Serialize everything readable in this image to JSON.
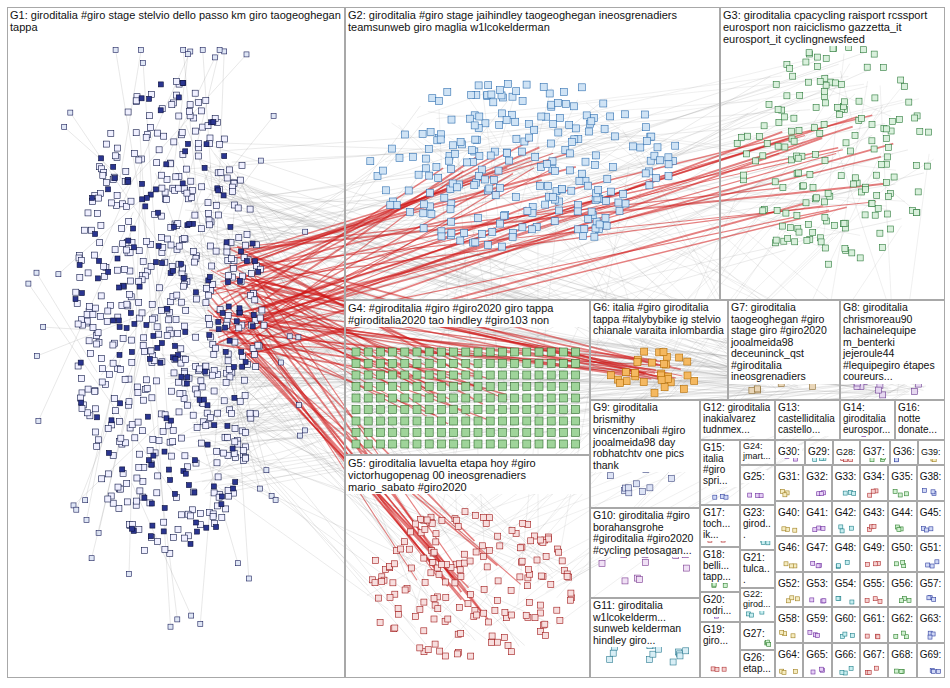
{
  "diagram": {
    "nodes": [
      {
        "text": [
          "G1: giroditalia #giro stage stelvio dello passo km giro taogeoghegan tappa"
        ]
      },
      {
        "text": [
          "G2: giroditalia #giro stage jaihindley taogeoghegan ineosgrenadiers teamsunweb giro maglia w1lcokelderman"
        ]
      },
      {
        "text": [
          "G3: giroditalia cpacycling raisport rcssport eurosport non raiciclismo gazzetta_it eurosport_it cyclingnewsfeed"
        ]
      },
      {
        "text": [
          "G4: #giroditalia #giro #giro2020 giro tappa #giroditalia2020 tao hindley #giro103 non"
        ]
      },
      {
        "text": [
          "G6: italia #giro giroditalia tappa #italybybike ig stelvio chianale varaita inlombardia"
        ]
      },
      {
        "text": [
          "G7: giroditalia taogeoghegan #giro stage giro #giro2020 jooalmeida98 deceuninck_qst #giroditalia ineosgrenadiers"
        ]
      },
      {
        "text": [
          "G8: giroditalia chrismoreau90 lachainelequipe m_benterki jejeroule44 #lequipegiro étapes coureurs..."
        ]
      },
      {
        "text": [
          "G9: giroditalia brismithy vincenzonibali #giro jooalmeida98 day robhatchtv one pics thank"
        ]
      },
      {
        "text": [
          "G12: giroditalia inakialvarez tudnmex..."
        ]
      },
      {
        "text": [
          "G13: castelliditalia castello..."
        ]
      },
      {
        "text": [
          "G14: giroditalia eurospor..."
        ]
      },
      {
        "text": [
          "G16: notte donate..."
        ]
      },
      {
        "text": [
          "G5: giroditalia lavuelta etapa hoy #giro victorhugopenag 00 ineosgrenadiers mario_sabato #giro2020"
        ]
      },
      {
        "text": [
          "G10: giroditalia #giro borahansgrohe #giroditalia #giro2020 #cycling petosagan..."
        ]
      },
      {
        "text": [
          "G15: italia #giro spri..."
        ]
      },
      {
        "text": [
          "G24: jmart..."
        ]
      },
      {
        "text": [
          "G30:"
        ]
      },
      {
        "text": [
          "G29:"
        ]
      },
      {
        "text": [
          "G28:"
        ]
      },
      {
        "text": [
          "G37:"
        ]
      },
      {
        "text": [
          "G36:"
        ]
      },
      {
        "text": [
          "G39:"
        ]
      },
      {
        "text": [
          "G25:"
        ]
      },
      {
        "text": [
          "G23: girod..."
        ]
      },
      {
        "text": [
          "G17: toch... ik..."
        ]
      },
      {
        "text": [
          "G18: belli... tapp..."
        ]
      },
      {
        "text": [
          "G21: tulca..."
        ]
      },
      {
        "text": [
          "G11: giroditalia w1lcokelderm... sunweb kelderman hindley giro..."
        ]
      },
      {
        "text": [
          "G20: rodri..."
        ]
      },
      {
        "text": [
          "G22: girod..."
        ]
      },
      {
        "text": [
          "G19: giro..."
        ]
      },
      {
        "text": [
          "G27:"
        ]
      },
      {
        "text": [
          "G26: etap..."
        ]
      },
      {
        "text": [
          "G31:"
        ]
      },
      {
        "text": [
          "G32:"
        ]
      },
      {
        "text": [
          "G33:"
        ]
      },
      {
        "text": [
          "G34:"
        ]
      },
      {
        "text": [
          "G35:"
        ]
      },
      {
        "text": [
          "G38:"
        ]
      },
      {
        "text": [
          "G40:"
        ]
      },
      {
        "text": [
          "G41:"
        ]
      },
      {
        "text": [
          "G42:"
        ]
      },
      {
        "text": [
          "G43:"
        ]
      },
      {
        "text": [
          "G44:"
        ]
      },
      {
        "text": [
          "G45:"
        ]
      },
      {
        "text": [
          "G46:"
        ]
      },
      {
        "text": [
          "G47:"
        ]
      },
      {
        "text": [
          "G48:"
        ]
      },
      {
        "text": [
          "G49:"
        ]
      },
      {
        "text": [
          "G50:"
        ]
      },
      {
        "text": [
          "G51:"
        ]
      },
      {
        "text": [
          "G52:"
        ]
      },
      {
        "text": [
          "G53:"
        ]
      },
      {
        "text": [
          "G54:"
        ]
      },
      {
        "text": [
          "G55:"
        ]
      },
      {
        "text": [
          "G56:"
        ]
      },
      {
        "text": [
          "G57:"
        ]
      },
      {
        "text": [
          "G58:"
        ]
      },
      {
        "text": [
          "G59:"
        ]
      },
      {
        "text": [
          "G60:"
        ]
      },
      {
        "text": [
          "G61:"
        ]
      },
      {
        "text": [
          "G62:"
        ]
      },
      {
        "text": [
          "G63:"
        ]
      },
      {
        "text": [
          "G64:"
        ]
      },
      {
        "text": [
          "G65:"
        ]
      },
      {
        "text": [
          "G66:"
        ]
      },
      {
        "text": [
          "G67:"
        ]
      },
      {
        "text": [
          "G68:"
        ]
      },
      {
        "text": [
          "G69:"
        ]
      }
    ]
  }
}
